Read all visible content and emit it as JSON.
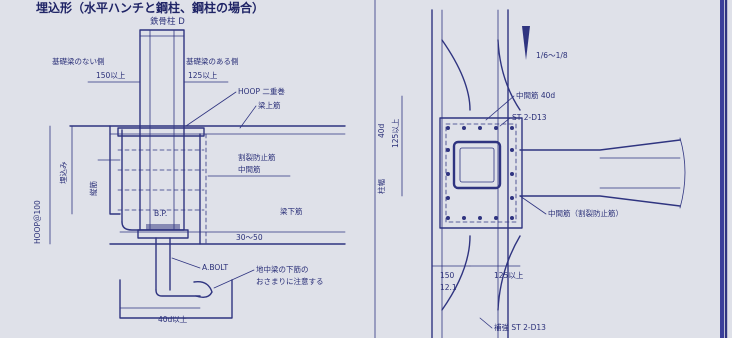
{
  "title": "埋込形（水平ハンチと鋼柱、鋼柱の場合）",
  "left": {
    "width_label": "鉄骨柱 D",
    "no_beam_side": "基礎梁のない側",
    "no_beam_dim": "150以上",
    "beam_side": "基礎梁のある側",
    "beam_dim": "125以上",
    "hoop": "HOOP 二重巻",
    "beam_rebar": "梁上筋",
    "anti_crack": "割裂防止筋",
    "mid_rebar": "中間筋",
    "bp": "B.P.",
    "beam_lower": "梁下筋",
    "dim_30_50": "30～50",
    "abolt": "A.BOLT",
    "note_line1": "地中梁の下筋の",
    "note_line2": "おさまりに注意する",
    "embed_depth": "40d以上",
    "hoop_vertical": "HOOP＠100",
    "embed_side": "埋込み",
    "rebar_vertical": "縦筋"
  },
  "right": {
    "slope": "1/6～1/8",
    "mid_rebar": "中間筋 40d",
    "st": "ST 2-D13",
    "mid_rebar_side": "中間筋（割裂防止筋）",
    "dim_150": "150",
    "dim_125": "125以上",
    "dim_121": "12.1",
    "reinforce_st": "補強 ST 2-D13",
    "left_dim1": "40d",
    "left_dim2": "125以上",
    "left_dim3": "柱幅"
  }
}
